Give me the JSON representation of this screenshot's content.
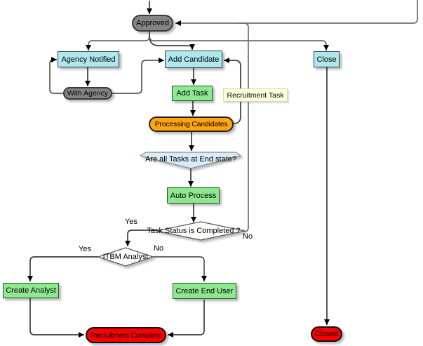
{
  "diagram": {
    "nodes": {
      "approved": {
        "label": "Approved",
        "shape": "stadium",
        "fill": "#848484"
      },
      "agency_notified": {
        "label": "Agency Notified",
        "shape": "rect",
        "fill": "#aee7ec"
      },
      "with_agency": {
        "label": "With Agency",
        "shape": "stadium",
        "fill": "#848484"
      },
      "add_candidate": {
        "label": "Add Candidate",
        "shape": "rect",
        "fill": "#aee7ec"
      },
      "add_task": {
        "label": "Add Task",
        "shape": "rect",
        "fill": "#8fe88f"
      },
      "recruitment_task_note": {
        "label": "Recruitment Task",
        "shape": "note",
        "fill": "#ffffe0"
      },
      "processing_candidates": {
        "label": "Processing Candidates",
        "shape": "stadium",
        "fill": "#ffa510"
      },
      "tasks_end_state_join": {
        "label": "Are all Tasks at End state?",
        "shape": "join",
        "fill": "#d9edf8"
      },
      "auto_process": {
        "label": "Auto Process",
        "shape": "rect",
        "fill": "#8fe88f"
      },
      "task_status_decision": {
        "label": "Task Status is Completed ?",
        "shape": "diamond",
        "fill": "#fcfffc"
      },
      "itbm_analyst_decision": {
        "label": "ITBM Analyst",
        "shape": "diamond",
        "fill": "#ffffff"
      },
      "create_analyst": {
        "label": "Create Analyst",
        "shape": "rect",
        "fill": "#8fe88f"
      },
      "create_end_user": {
        "label": "Create End User",
        "shape": "rect",
        "fill": "#8fe88f"
      },
      "recruitment_complete": {
        "label": "Recruitment Complete",
        "shape": "stadium",
        "fill": "#f80000"
      },
      "close": {
        "label": "Close",
        "shape": "rect",
        "fill": "#aee7ec"
      },
      "closed": {
        "label": "Closed",
        "shape": "stadium",
        "fill": "#f80000"
      }
    },
    "edge_labels": {
      "task_status_yes": "Yes",
      "task_status_no": "No",
      "itbm_yes": "Yes",
      "itbm_no": "No"
    },
    "colors": {
      "state_gray": "#848484",
      "state_cyan": "#aee7ec",
      "activity_green": "#8fe88f",
      "processing_orange": "#ffa510",
      "terminal_red": "#f80000",
      "join_blue": "#d9edf8",
      "note_yellow": "#ffffe0",
      "connector_gray": "#6e6e6e",
      "connector_dark": "#3c3c3c"
    }
  }
}
